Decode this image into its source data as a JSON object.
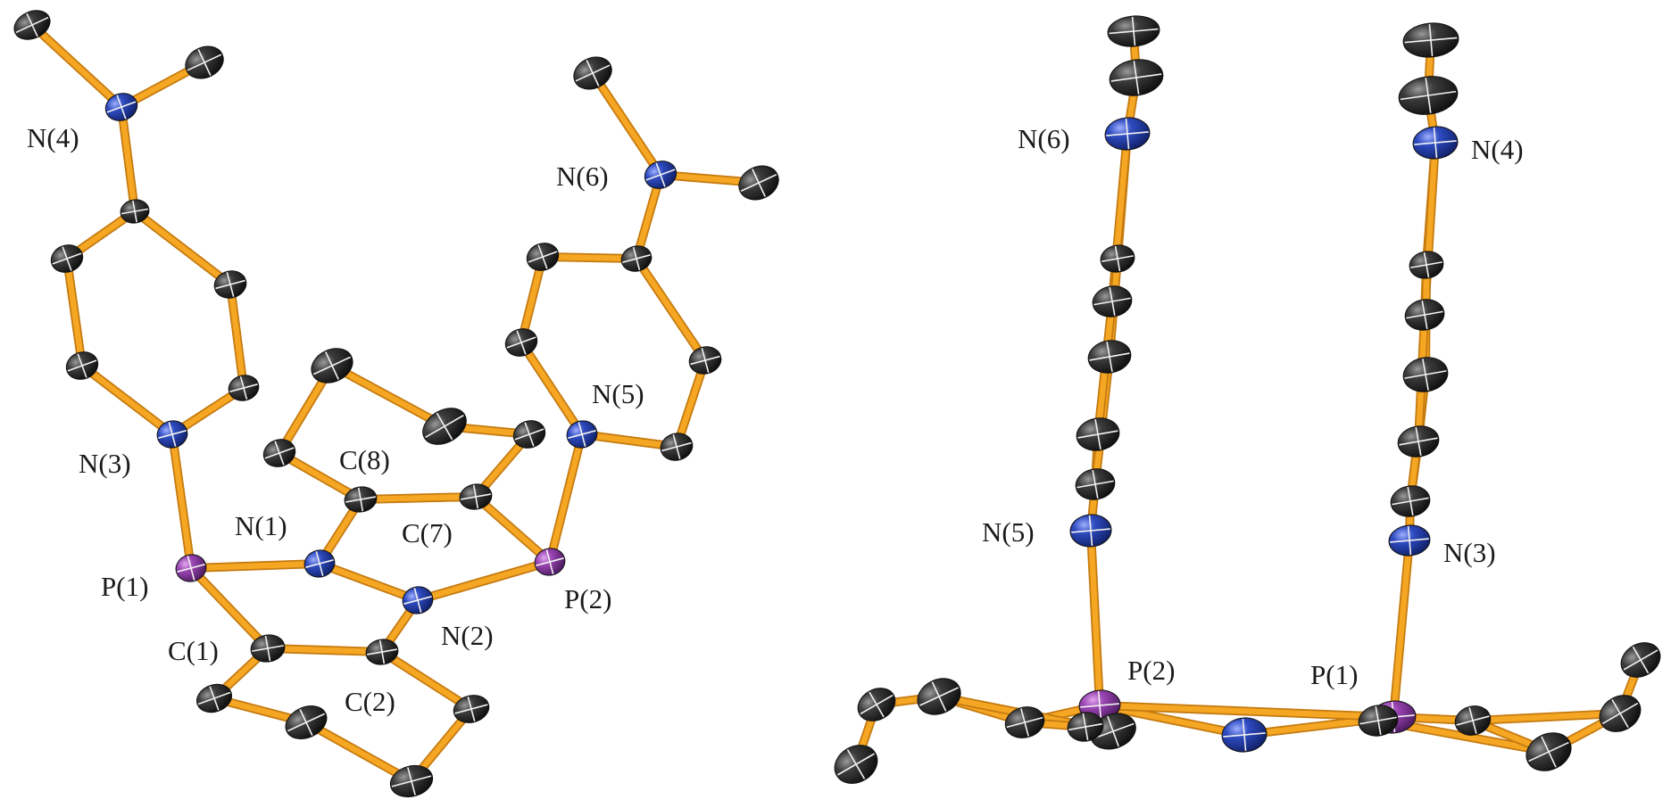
{
  "colors": {
    "bond": "#F5A623",
    "bond_edge": "#C47A10",
    "carbon": "#2b2b2b",
    "nitrogen": "#2a46a8",
    "phosphorus": "#8a3fa0",
    "label": "#1a1a1a"
  },
  "views": [
    {
      "id": "left",
      "labels": [
        {
          "key": "n4",
          "text": "N(4)"
        },
        {
          "key": "n3",
          "text": "N(3)"
        },
        {
          "key": "n6",
          "text": "N(6)"
        },
        {
          "key": "n5",
          "text": "N(5)"
        },
        {
          "key": "c8",
          "text": "C(8)"
        },
        {
          "key": "n1",
          "text": "N(1)"
        },
        {
          "key": "c7",
          "text": "C(7)"
        },
        {
          "key": "p1",
          "text": "P(1)"
        },
        {
          "key": "p2",
          "text": "P(2)"
        },
        {
          "key": "c1",
          "text": "C(1)"
        },
        {
          "key": "n2",
          "text": "N(2)"
        },
        {
          "key": "c2",
          "text": "C(2)"
        }
      ]
    },
    {
      "id": "right",
      "labels": [
        {
          "key": "n6",
          "text": "N(6)"
        },
        {
          "key": "n4",
          "text": "N(4)"
        },
        {
          "key": "n5",
          "text": "N(5)"
        },
        {
          "key": "n3",
          "text": "N(3)"
        },
        {
          "key": "p2",
          "text": "P(2)"
        },
        {
          "key": "p1",
          "text": "P(1)"
        }
      ]
    }
  ]
}
